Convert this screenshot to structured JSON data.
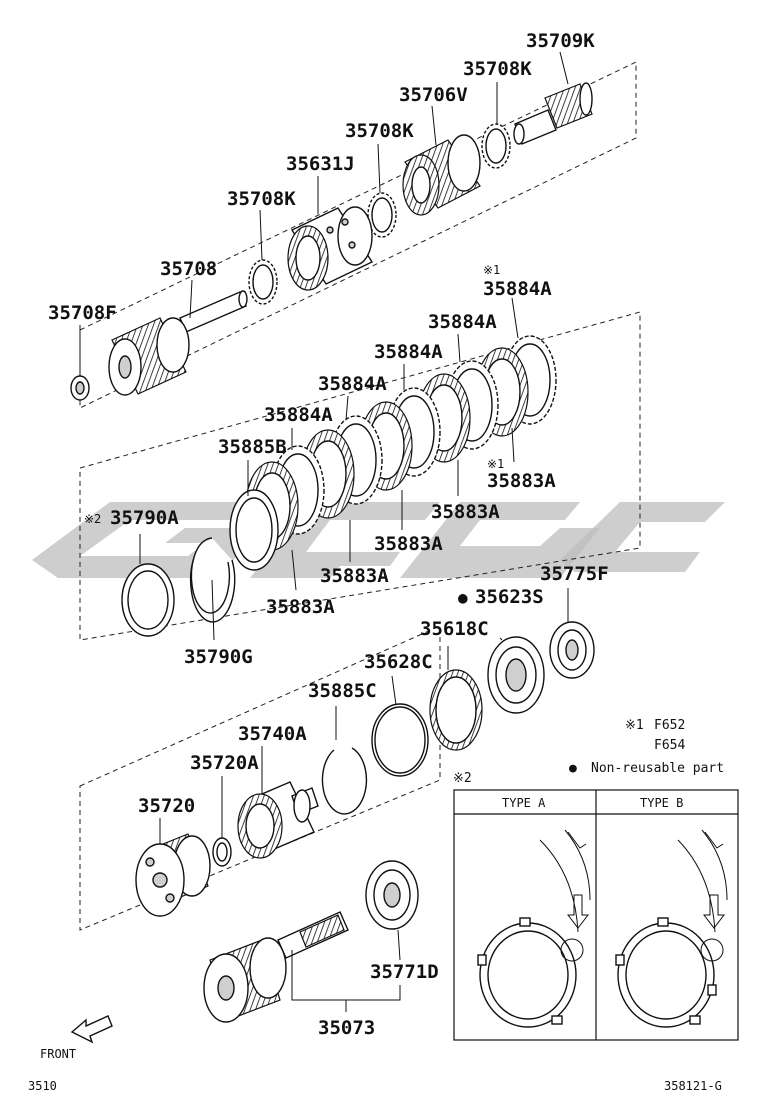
{
  "parts": [
    {
      "id": "35709K",
      "label": "35709K"
    },
    {
      "id": "35708K_a",
      "label": "35708K"
    },
    {
      "id": "35706V",
      "label": "35706V"
    },
    {
      "id": "35708K_b",
      "label": "35708K"
    },
    {
      "id": "35631J",
      "label": "35631J"
    },
    {
      "id": "35708K_c",
      "label": "35708K"
    },
    {
      "id": "35708",
      "label": "35708"
    },
    {
      "id": "35708F",
      "label": "35708F"
    },
    {
      "id": "35884A_1",
      "label": "35884A"
    },
    {
      "id": "35884A_2",
      "label": "35884A"
    },
    {
      "id": "35884A_3",
      "label": "35884A"
    },
    {
      "id": "35884A_4",
      "label": "35884A"
    },
    {
      "id": "35884A_5",
      "label": "35884A"
    },
    {
      "id": "35885B",
      "label": "35885B"
    },
    {
      "id": "35883A_1",
      "label": "35883A"
    },
    {
      "id": "35883A_2",
      "label": "35883A"
    },
    {
      "id": "35883A_3",
      "label": "35883A"
    },
    {
      "id": "35883A_4",
      "label": "35883A"
    },
    {
      "id": "35883A_5",
      "label": "35883A"
    },
    {
      "id": "35790A",
      "label": "35790A"
    },
    {
      "id": "35790G",
      "label": "35790G"
    },
    {
      "id": "35775F",
      "label": "35775F"
    },
    {
      "id": "35623S",
      "label": "35623S"
    },
    {
      "id": "35618C",
      "label": "35618C"
    },
    {
      "id": "35628C",
      "label": "35628C"
    },
    {
      "id": "35885C",
      "label": "35885C"
    },
    {
      "id": "35740A",
      "label": "35740A"
    },
    {
      "id": "35720A",
      "label": "35720A"
    },
    {
      "id": "35720",
      "label": "35720"
    },
    {
      "id": "35771D",
      "label": "35771D"
    },
    {
      "id": "35073",
      "label": "35073"
    }
  ],
  "marks": {
    "ref1": "※1",
    "ref2": "※2",
    "nonreusable_dot": "●"
  },
  "legend": {
    "line1_mark": "※1",
    "line1_text": "F652",
    "line2_text": "F654",
    "line3_mark": "●",
    "line3_text": "Non-reusable part"
  },
  "detail_box": {
    "mark": "※2",
    "type_a": "TYPE A",
    "type_b": "TYPE B"
  },
  "front_label": "FRONT",
  "page_code": "3510",
  "figure_code": "358121-G"
}
